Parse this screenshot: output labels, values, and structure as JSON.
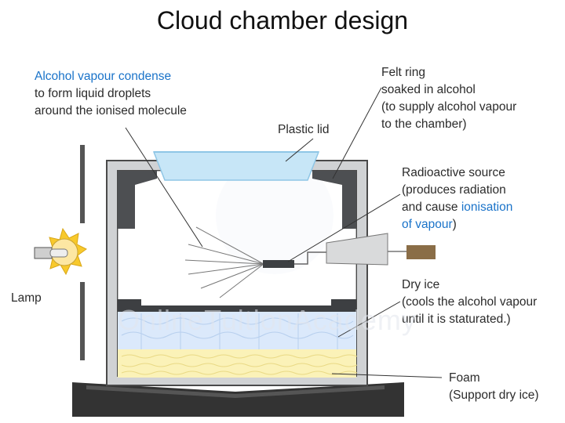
{
  "title": "Cloud chamber design",
  "colors": {
    "accent_text": "#1a73c9",
    "chamber_wall": "#d0d2d4",
    "chamber_outline": "#4a4a4a",
    "dry_ice": "#dbe9fb",
    "foam": "#fbf2b8",
    "lid": "#c7e6f7",
    "lamp_sun": "#f8c92c"
  },
  "labels": {
    "condense": [
      "Alcohol vapour condense",
      "to form liquid droplets",
      "around the ionised molecule"
    ],
    "felt": [
      "Felt ring",
      "soaked in alcohol",
      "(to supply alcohol vapour",
      "to the chamber)"
    ],
    "lid": "Plastic lid",
    "source": {
      "line1": "Radioactive source",
      "line2": "(produces radiation",
      "line3_a": "and cause ",
      "line3_b": "ionisation",
      "line4_a": "of vapour",
      "line4_b": ")"
    },
    "dry_ice": [
      "Dry ice",
      "(cools the alcohol vapour",
      "until it is staturated.)"
    ],
    "foam": [
      "Foam",
      "(Support dry ice)"
    ],
    "lamp": "Lamp"
  },
  "watermark": "OnlineTuitionAcademy"
}
